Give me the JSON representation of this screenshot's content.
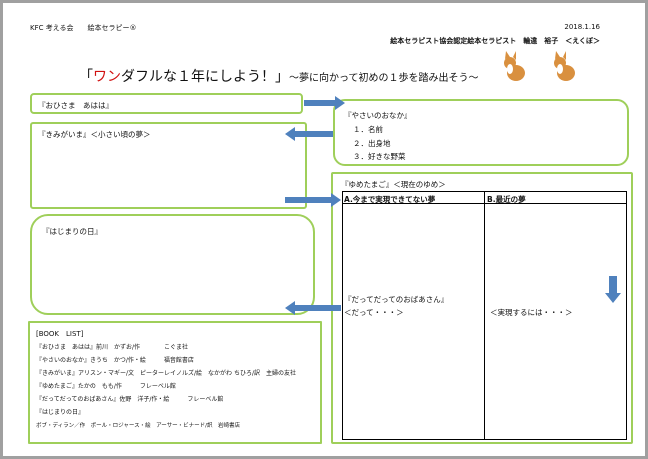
{
  "header": {
    "left": "KFC 考える会　　絵本セラピー®",
    "date": "2018.1.16",
    "author": "絵本セラピスト協会認定絵本セラピスト　輪違　裕子　＜えくぼ＞"
  },
  "title": {
    "open": "「",
    "red": "ワン",
    "rest": "ダフルな１年にしよう！」",
    "sub": "～夢に向かって初めの１歩を踏み出そう～"
  },
  "boxes": {
    "ohisama": "『おひさま　あはは』",
    "yasai": {
      "title": "『やさいのおなか』",
      "items": [
        "１．名前",
        "２．出身地",
        "３．好きな野菜"
      ]
    },
    "kimigaima": "『きみがいま』＜小さい頃の夢＞",
    "hajimari": "『はじまりの日』",
    "yumetamago": {
      "title": "『ゆめたまご』＜現在のゆめ＞",
      "colA": "A.今まで実現できてない夢",
      "colB": "B.最近の夢",
      "bookA": "『だってだってのおばあさん』",
      "textA": "＜だって・・・＞",
      "textB": "＜実現するには・・・＞"
    }
  },
  "book_list": {
    "heading": "[BOOK　LIST]",
    "lines": [
      "『おひさま　あはは』前川　かずお/作　　　　こぐま社",
      "『やさいのおなか』きうち　かつ/作・絵　　　福音館書店",
      "『きみがいま』アリスン・マギー/文　ピーターレイノルズ/絵　なかがわ ちひろ/訳　主婦の友社",
      "『ゆめたまご』たかの　もも/作　　　フレーベル館",
      "『だってだってのおばあさん』佐野　洋子/作・絵　　　フレーベル館",
      "『はじまりの日』",
      "ボブ・ディラン／作　ポール・ロジャース・絵　アーサー・ビナード/訳　岩崎書店"
    ]
  },
  "colors": {
    "green": "#9fcf5a",
    "arrow": "#4f81bd",
    "red": "#d01010"
  }
}
